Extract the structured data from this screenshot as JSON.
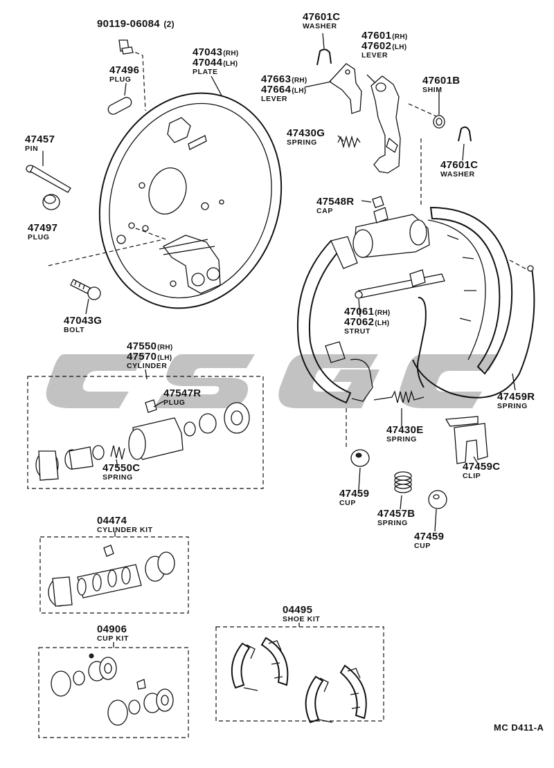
{
  "diagram_code": "MC D411-A",
  "watermark": "CSGC",
  "parts": {
    "p90119": {
      "number": "90119-06084",
      "suffix": "(2)",
      "name": ""
    },
    "p47496": {
      "number": "47496",
      "name": "PLUG"
    },
    "p47043": {
      "number": "47043",
      "suffix": "(RH)",
      "number2": "47044",
      "suffix2": "(LH)",
      "name": "PLATE"
    },
    "p47457": {
      "number": "47457",
      "name": "PIN"
    },
    "p47497": {
      "number": "47497",
      "name": "PLUG"
    },
    "p47043G": {
      "number": "47043G",
      "name": "BOLT"
    },
    "p47601C_top": {
      "number": "47601C",
      "name": "WASHER"
    },
    "p47601": {
      "number": "47601",
      "suffix": "(RH)",
      "number2": "47602",
      "suffix2": "(LH)",
      "name": "LEVER"
    },
    "p47663": {
      "number": "47663",
      "suffix": "(RH)",
      "number2": "47664",
      "suffix2": "(LH)",
      "name": "LEVER"
    },
    "p47601B": {
      "number": "47601B",
      "name": "SHIM"
    },
    "p47430G": {
      "number": "47430G",
      "name": "SPRING"
    },
    "p47601C_bot": {
      "number": "47601C",
      "name": "WASHER"
    },
    "p47548R": {
      "number": "47548R",
      "name": "CAP"
    },
    "p47061": {
      "number": "47061",
      "suffix": "(RH)",
      "number2": "47062",
      "suffix2": "(LH)",
      "name": "STRUT"
    },
    "p47550": {
      "number": "47550",
      "suffix": "(RH)",
      "number2": "47570",
      "suffix2": "(LH)",
      "name": "CYLINDER"
    },
    "p47547R": {
      "number": "47547R",
      "name": "PLUG"
    },
    "p47550C": {
      "number": "47550C",
      "name": "SPRING"
    },
    "p47430E": {
      "number": "47430E",
      "name": "SPRING"
    },
    "p47459R": {
      "number": "47459R",
      "name": "SPRING"
    },
    "p47459C": {
      "number": "47459C",
      "name": "CLIP"
    },
    "p47459_a": {
      "number": "47459",
      "name": "CUP"
    },
    "p47457B": {
      "number": "47457B",
      "name": "SPRING"
    },
    "p47459_b": {
      "number": "47459",
      "name": "CUP"
    },
    "p04474": {
      "number": "04474",
      "name": "CYLINDER KIT"
    },
    "p04906": {
      "number": "04906",
      "name": "CUP KIT"
    },
    "p04495": {
      "number": "04495",
      "name": "SHOE KIT"
    }
  }
}
